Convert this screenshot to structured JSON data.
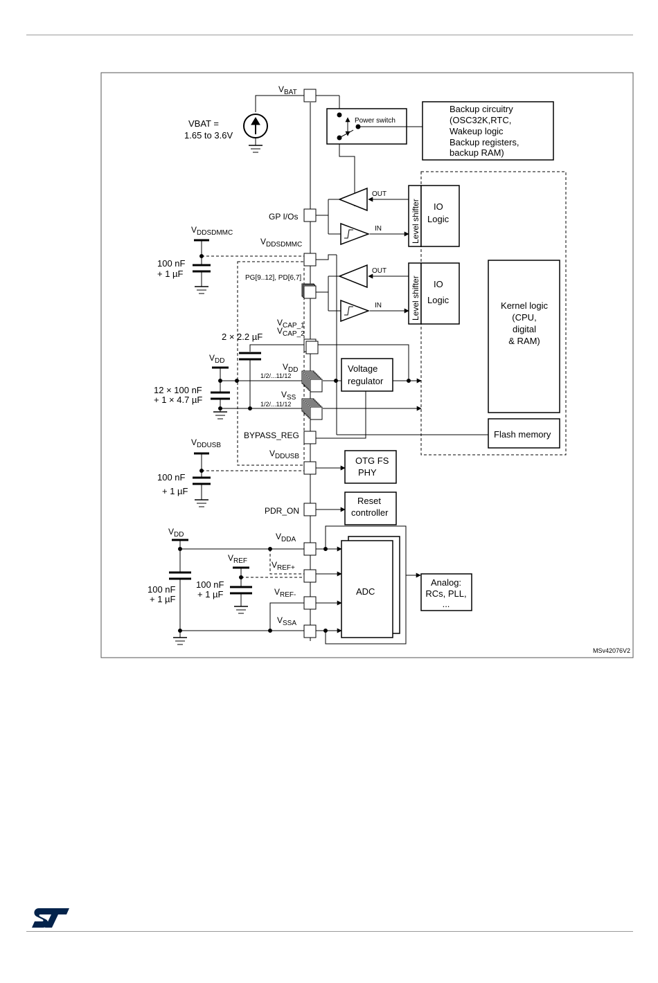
{
  "diagram": {
    "vbat_pin": {
      "main": "V",
      "sub": "BAT"
    },
    "vbat_source": {
      "line1": "VBAT =",
      "line2": "1.65 to 3.6V"
    },
    "power_switch": "Power switch",
    "backup_circuitry": {
      "line1": "Backup circuitry",
      "line2": "(OSC32K,RTC,",
      "line3": "Wakeup logic",
      "line4": "Backup registers,",
      "line5": "backup RAM)"
    },
    "out_label": "OUT",
    "in_label": "IN",
    "gp_ios": "GP I/Os",
    "vddsdmmc_cap": {
      "main": "V",
      "sub": "DDSDMMC",
      "value1": "100 nF",
      "value2": "+ 1 µF"
    },
    "vddsdmmc_pin": {
      "main": "V",
      "sub": "DDSDMMC"
    },
    "level_shifter": "Level shifter",
    "io_logic": {
      "line1": "IO",
      "line2": "Logic"
    },
    "pg_pd_pins": "PG[9..12], PD[6,7]",
    "kernel_logic": {
      "line1": "Kernel logic",
      "line2": "(CPU,",
      "line3": "digital",
      "line4": "& RAM)"
    },
    "vcap_cap": "2 × 2.2 µF",
    "vcap1": {
      "main": "V",
      "sub": "CAP_1"
    },
    "vcap2": {
      "main": "V",
      "sub": "CAP_2"
    },
    "vdd_left": {
      "main": "V",
      "sub": "DD"
    },
    "vdd_pins": {
      "main": "V",
      "sub": "DD",
      "range": "1/2/...11/12"
    },
    "vss_pins": {
      "main": "V",
      "sub": "SS",
      "range": "1/2/...11/12"
    },
    "vdd_caps": {
      "line1": "12 × 100 nF",
      "line2": "+ 1 × 4.7 µF"
    },
    "voltage_regulator": {
      "line1": "Voltage",
      "line2": "regulator"
    },
    "bypass_reg": "BYPASS_REG",
    "flash_memory": "Flash memory",
    "vddusb_cap": {
      "main": "V",
      "sub": "DDUSB",
      "value1": "100 nF",
      "value2": "+ 1 µF"
    },
    "vddusb_pin": {
      "main": "V",
      "sub": "DDUSB"
    },
    "otg_fs_phy": {
      "line1": "OTG FS",
      "line2": "PHY"
    },
    "pdr_on": "PDR_ON",
    "reset_controller": {
      "line1": "Reset",
      "line2": "controller"
    },
    "vdd_adc": {
      "main": "V",
      "sub": "DD"
    },
    "vdda": {
      "main": "V",
      "sub": "DDA"
    },
    "vref_cap": {
      "main": "V",
      "sub": "REF",
      "value1": "100 nF",
      "value2": "+ 1 µF"
    },
    "vref_plus": {
      "main": "V",
      "sub": "REF+"
    },
    "vref_minus": {
      "main": "V",
      "sub": "REF-"
    },
    "vssa": {
      "main": "V",
      "sub": "SSA"
    },
    "adc_caps": {
      "value1": "100 nF",
      "value2": "+ 1 µF"
    },
    "adc": "ADC",
    "analog_block": {
      "line1": "Analog:",
      "line2": "RCs, PLL,",
      "line3": "..."
    },
    "figure_id": "MSv42076V2"
  },
  "logo": {
    "text": "ST",
    "color": "#03234b"
  }
}
